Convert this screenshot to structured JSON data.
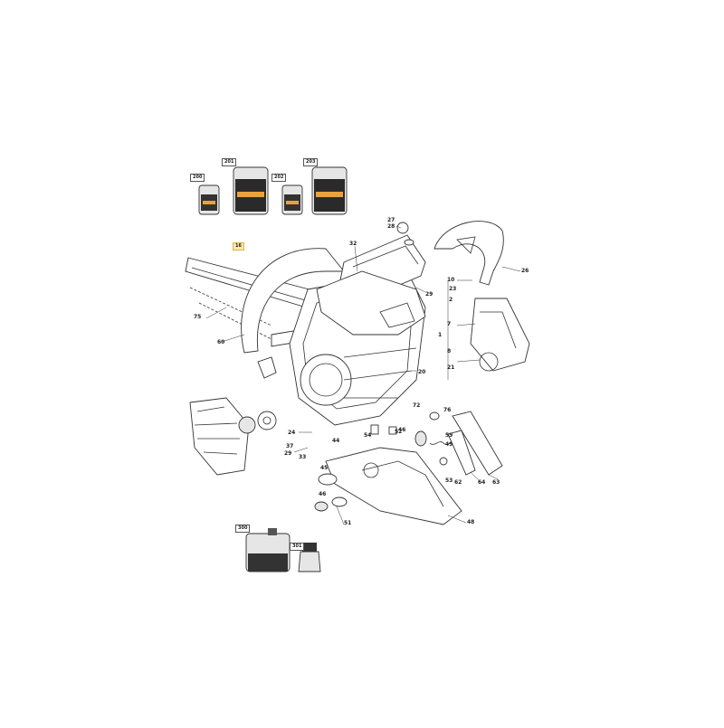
{
  "parts": [
    {
      "id": "1",
      "label": "1"
    },
    {
      "id": "2",
      "label": "2"
    },
    {
      "id": "7",
      "label": "7"
    },
    {
      "id": "8",
      "label": "8"
    },
    {
      "id": "10",
      "label": "10"
    },
    {
      "id": "20",
      "label": "20"
    },
    {
      "id": "21",
      "label": "21"
    },
    {
      "id": "23",
      "label": "23"
    },
    {
      "id": "24",
      "label": "24"
    },
    {
      "id": "26",
      "label": "26"
    },
    {
      "id": "27",
      "label": "27"
    },
    {
      "id": "28",
      "label": "28"
    },
    {
      "id": "29",
      "label": "29"
    },
    {
      "id": "32",
      "label": "32"
    },
    {
      "id": "33",
      "label": "33"
    },
    {
      "id": "37",
      "label": "37"
    },
    {
      "id": "44",
      "label": "44"
    },
    {
      "id": "45",
      "label": "45"
    },
    {
      "id": "46",
      "label": "46"
    },
    {
      "id": "48",
      "label": "48"
    },
    {
      "id": "49",
      "label": "49"
    },
    {
      "id": "51",
      "label": "51"
    },
    {
      "id": "52",
      "label": "52"
    },
    {
      "id": "53",
      "label": "53"
    },
    {
      "id": "54",
      "label": "54"
    },
    {
      "id": "59",
      "label": "59"
    },
    {
      "id": "60",
      "label": "60"
    },
    {
      "id": "62",
      "label": "62"
    },
    {
      "id": "63",
      "label": "63"
    },
    {
      "id": "64",
      "label": "64"
    },
    {
      "id": "72",
      "label": "72"
    },
    {
      "id": "75",
      "label": "75"
    },
    {
      "id": "76",
      "label": "76"
    }
  ],
  "callouts": {
    "top_200": "200",
    "top_201": "201",
    "top_202": "202",
    "top_203": "203",
    "bottom_300": "300",
    "bottom_301": "301",
    "bar": "16"
  },
  "highlight_color": "#fbe9a6"
}
